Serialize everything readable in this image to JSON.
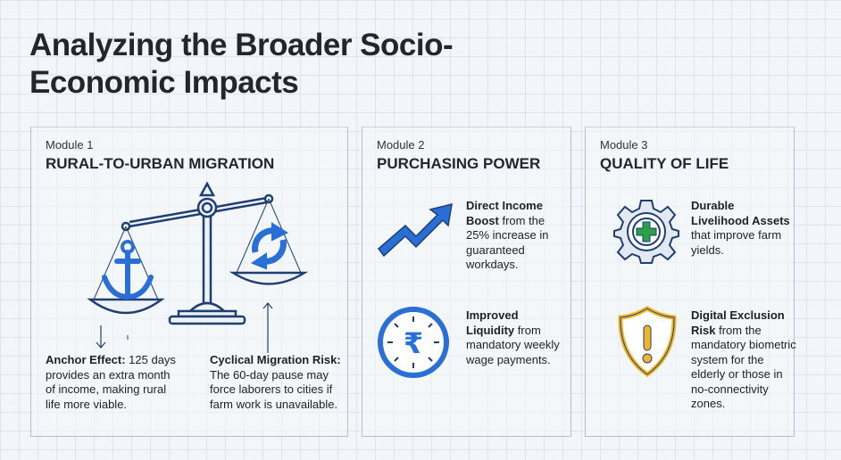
{
  "title": "Analyzing the Broader Socio-Economic Impacts",
  "modules": [
    {
      "label": "Module 1",
      "heading": "RURAL-TO-URBAN MIGRATION",
      "items": [
        {
          "icon": "anchor-icon",
          "bold": "Anchor Effect:",
          "text": " 125 days provides an extra month of income, making rural life more viable."
        },
        {
          "icon": "cycle-icon",
          "bold": "Cyclical Migration Risk:",
          "text": " The 60-day pause may force laborers to cities if farm work is unavailable."
        }
      ]
    },
    {
      "label": "Module 2",
      "heading": "PURCHASING POWER",
      "items": [
        {
          "icon": "trend-up-arrow-icon",
          "bold": "Direct Income Boost",
          "text": " from the 25% increase in guaranteed workdays."
        },
        {
          "icon": "rupee-clock-icon",
          "bold": "Improved Liquidity",
          "text": " from mandatory weekly wage payments."
        }
      ]
    },
    {
      "label": "Module 3",
      "heading": "QUALITY OF LIFE",
      "items": [
        {
          "icon": "gear-plus-icon",
          "bold": "Durable Livelihood Assets",
          "text": " that improve farm yields."
        },
        {
          "icon": "shield-warning-icon",
          "bold": "Digital Exclusion Risk",
          "text": " from the mandatory biometric system for the elderly or those in no-connectivity zones."
        }
      ]
    }
  ],
  "colors": {
    "blue": "#2a6fd6",
    "navy": "#1f3f73",
    "green": "#2aa04a",
    "yellow": "#f0b52a"
  }
}
